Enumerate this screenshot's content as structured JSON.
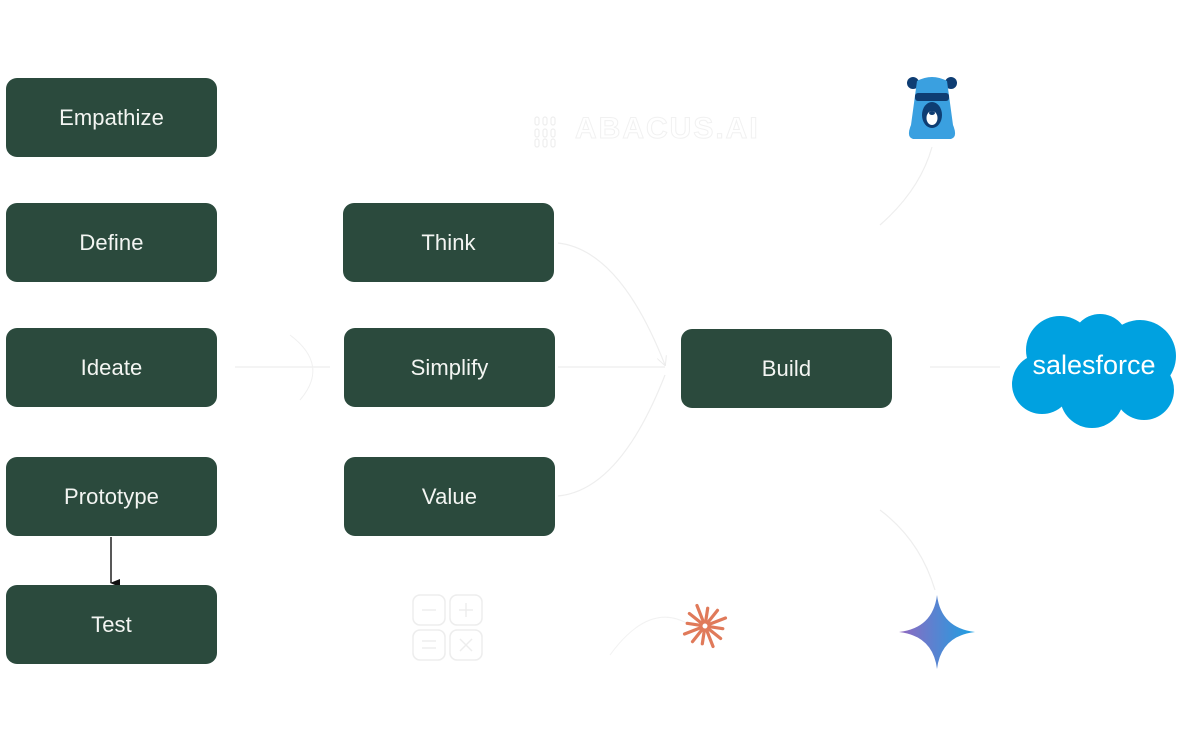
{
  "diagram": {
    "colors": {
      "node_fill": "#2b4a3d",
      "node_text": "#f3f5f2",
      "arrow": "#111111",
      "faint_connector": "#eeeeee",
      "salesforce_blue": "#00a1e0",
      "claude_orange": "#e07a5a",
      "bear_light": "#3aa0e0",
      "bear_dark": "#0e3d73",
      "gemini_start": "#9168c0",
      "gemini_end": "#1ba1e3"
    },
    "nodes": [
      {
        "id": "empathize",
        "label": "Empathize"
      },
      {
        "id": "define",
        "label": "Define"
      },
      {
        "id": "ideate",
        "label": "Ideate"
      },
      {
        "id": "prototype",
        "label": "Prototype"
      },
      {
        "id": "test",
        "label": "Test"
      },
      {
        "id": "think",
        "label": "Think"
      },
      {
        "id": "simplify",
        "label": "Simplify"
      },
      {
        "id": "value",
        "label": "Value"
      },
      {
        "id": "build",
        "label": "Build"
      }
    ],
    "edges": [
      {
        "from": "prototype",
        "to": "test",
        "style": "solid-arrow"
      },
      {
        "from": "ideate",
        "to": "simplify",
        "style": "faint"
      },
      {
        "from": "think",
        "to": "build",
        "style": "faint"
      },
      {
        "from": "simplify",
        "to": "build",
        "style": "faint"
      },
      {
        "from": "value",
        "to": "build",
        "style": "faint"
      },
      {
        "from": "build",
        "to": "salesforce",
        "style": "faint"
      },
      {
        "from": "build",
        "to": "bear-logo",
        "style": "faint"
      },
      {
        "from": "build",
        "to": "gemini",
        "style": "faint"
      }
    ],
    "logos": {
      "abacus": {
        "text": "ABACUS.AI",
        "icon": "abacus-logo-icon"
      },
      "bear": {
        "icon": "bear-mascot-icon"
      },
      "salesforce": {
        "text": "salesforce",
        "icon": "salesforce-cloud-icon"
      },
      "calculator": {
        "icon": "calculator-icon"
      },
      "claude": {
        "icon": "claude-starburst-icon"
      },
      "gemini": {
        "icon": "gemini-sparkle-icon"
      }
    }
  }
}
